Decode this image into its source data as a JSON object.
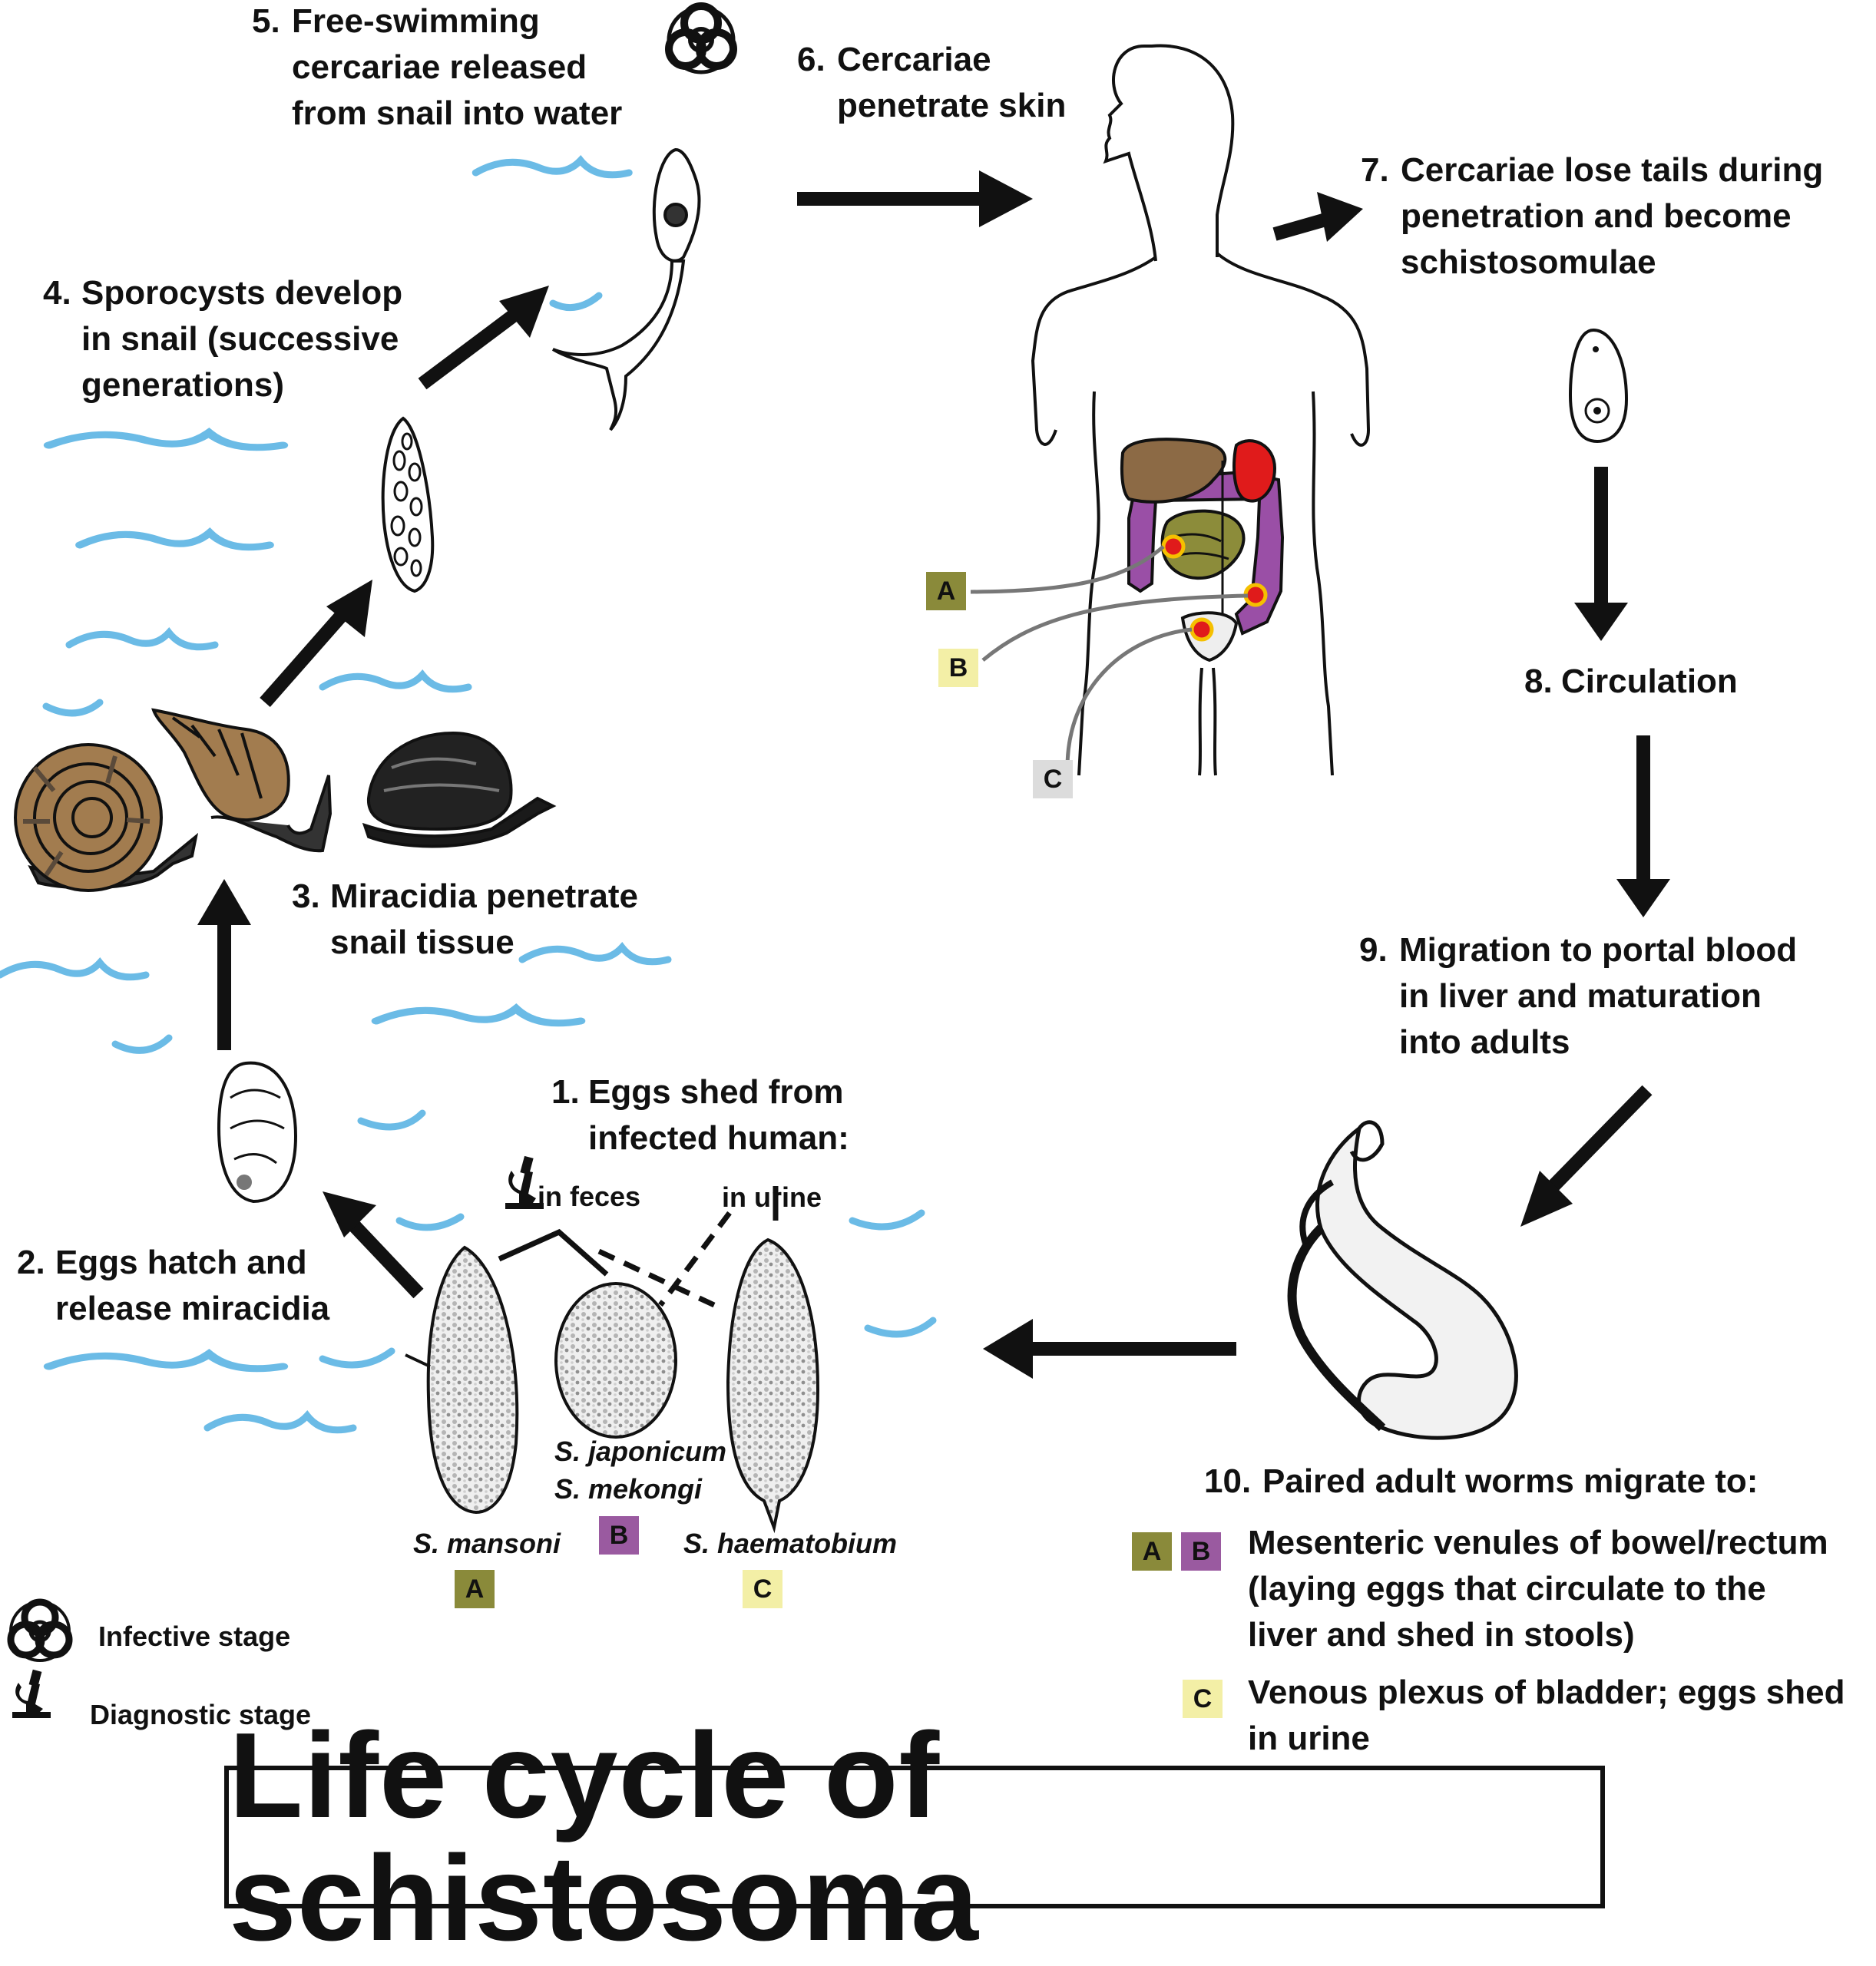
{
  "title": "Life cycle of schistosoma",
  "steps": {
    "s1": {
      "num": "1.",
      "lines": [
        "Eggs shed from",
        "infected human:"
      ]
    },
    "s2": {
      "num": "2.",
      "lines": [
        "Eggs hatch and",
        "release miracidia"
      ]
    },
    "s3": {
      "num": "3.",
      "lines": [
        "Miracidia penetrate",
        "snail tissue"
      ]
    },
    "s4": {
      "num": "4.",
      "lines": [
        "Sporocysts develop",
        "in snail (successive",
        "generations)"
      ]
    },
    "s5": {
      "num": "5.",
      "lines": [
        "Free-swimming",
        "cercariae released",
        "from snail into water"
      ]
    },
    "s6": {
      "num": "6.",
      "lines": [
        "Cercariae",
        "penetrate skin"
      ]
    },
    "s7": {
      "num": "7.",
      "lines": [
        "Cercariae lose tails during",
        "penetration and become",
        "schistosomulae"
      ]
    },
    "s8": {
      "num": "8.",
      "lines": [
        "Circulation"
      ]
    },
    "s9": {
      "num": "9.",
      "lines": [
        "Migration to portal blood",
        "in liver and maturation",
        "into adults"
      ]
    },
    "s10": {
      "num": "10.",
      "lines": [
        "Paired adult worms migrate to:"
      ]
    }
  },
  "routes": {
    "feces": "in feces",
    "urine": "in urine"
  },
  "species": {
    "mansoni": "S. mansoni",
    "japonicum": "S. japonicum",
    "mekongi": "S. mekongi",
    "haematobium": "S. haematobium"
  },
  "badges": {
    "a": "A",
    "b": "B",
    "c": "C"
  },
  "destinations": {
    "ab": [
      "Mesenteric venules of bowel/rectum",
      "(laying eggs that circulate to the",
      "liver and shed in stools)"
    ],
    "c": [
      "Venous plexus of bladder; eggs shed",
      "in urine"
    ]
  },
  "legend": {
    "infective": "Infective stage",
    "diagnostic": "Diagnostic stage"
  },
  "icons": [
    "biohazard-icon",
    "microscope-icon"
  ],
  "colors": {
    "water": "#6bbbe6",
    "badge_a": "#8a8a3a",
    "badge_b": "#9a5aa0",
    "badge_c": "#f3efa6",
    "badge_c_gray": "#dcdcdc",
    "colon": "#9a4fa6",
    "liver": "#8c6a45",
    "spleen": "#e01b1b",
    "intestine": "#8c8c3a",
    "snail_shell": "#a27c4f",
    "arrow": "#111111"
  }
}
